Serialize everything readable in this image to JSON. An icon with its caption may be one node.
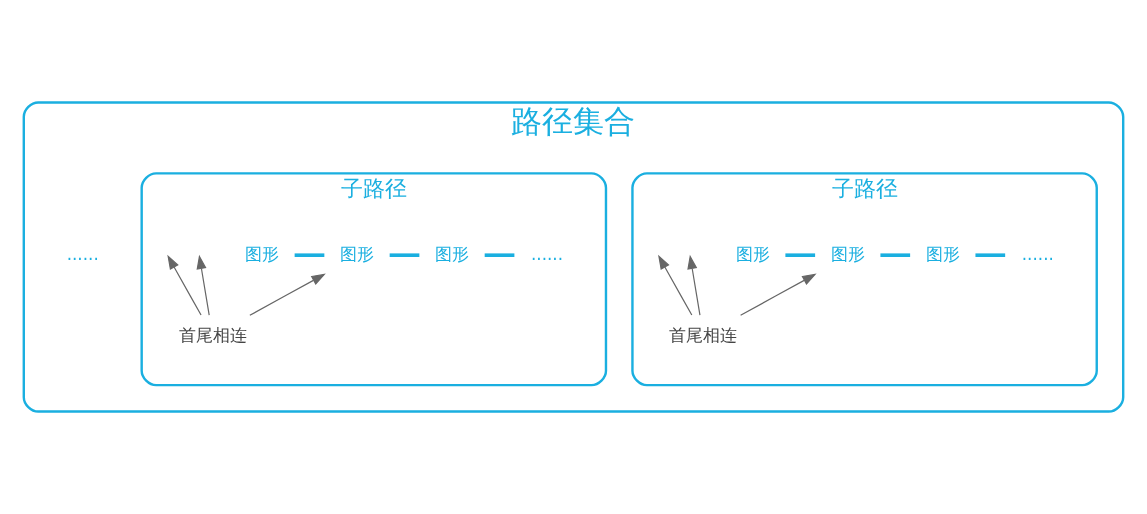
{
  "diagram": {
    "nodes": [
      {
        "text": [
          "路径集合"
        ]
      },
      {
        "text": [
          "子路径"
        ],
        "in": 0
      },
      {
        "text": [
          "图形"
        ],
        "in": 1
      },
      {
        "text": [
          "图形"
        ],
        "in": 1
      },
      {
        "text": [
          "图形"
        ],
        "in": 1
      },
      {
        "text": [
          "......"
        ],
        "in": 1
      },
      {
        "text": [
          "首尾相连"
        ],
        "in": 1
      },
      {
        "text": [
          "子路径"
        ],
        "in": 0
      },
      {
        "text": [
          "图形"
        ],
        "in": 7
      },
      {
        "text": [
          "图形"
        ],
        "in": 7
      },
      {
        "text": [
          "图形"
        ],
        "in": 7
      },
      {
        "text": [
          "......"
        ],
        "in": 7
      },
      {
        "text": [
          "首尾相连"
        ],
        "in": 7
      },
      {
        "text": [
          "......"
        ],
        "in": 0
      }
    ],
    "edges": [
      {
        "from": 2,
        "to": 3,
        "arrow": "none",
        "style": "thick"
      },
      {
        "from": 3,
        "to": 4,
        "arrow": "none",
        "style": "thick"
      },
      {
        "from": 4,
        "to": 5,
        "arrow": "none",
        "style": "thick"
      },
      {
        "from": 6,
        "to": null,
        "arrow": "to",
        "color": "#666666"
      },
      {
        "from": 6,
        "to": 3,
        "arrow": "to",
        "color": "#666666"
      },
      {
        "from": 6,
        "to": null,
        "arrow": "to",
        "color": "#666666"
      },
      {
        "from": 8,
        "to": 9,
        "arrow": "none",
        "style": "thick"
      },
      {
        "from": 9,
        "to": 10,
        "arrow": "none",
        "style": "thick"
      },
      {
        "from": 10,
        "to": 11,
        "arrow": "none",
        "style": "thick"
      },
      {
        "from": 12,
        "to": null,
        "arrow": "to",
        "color": "#666666"
      },
      {
        "from": 12,
        "to": 9,
        "arrow": "to",
        "color": "#666666"
      },
      {
        "from": 12,
        "to": null,
        "arrow": "to",
        "color": "#666666"
      }
    ]
  }
}
